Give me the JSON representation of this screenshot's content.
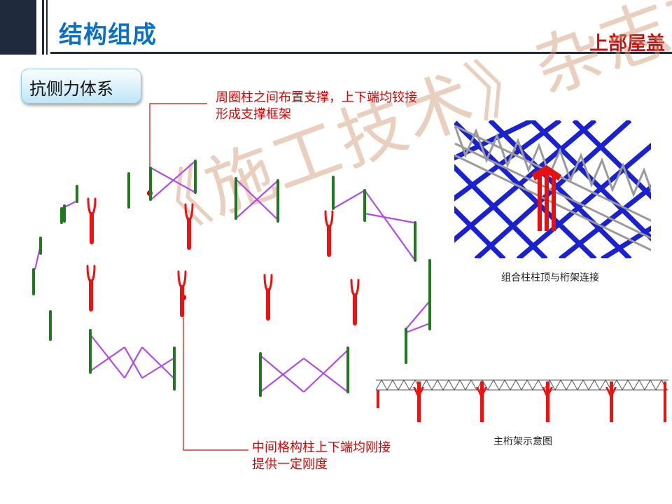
{
  "header": {
    "title": "结构组成",
    "subtitle": "上部屋盖"
  },
  "section_label": "抗侧力体系",
  "annotations": {
    "top_line1": "周圈柱之间布置支撑，上下端均铰接",
    "top_line2": "形成支撑框架",
    "bottom_line1": "中间格构柱上下端均刚接",
    "bottom_line2": "提供一定刚度"
  },
  "captions": {
    "joint_detail": "组合柱柱顶与桁架连接",
    "main_truss": "主桁架示意图"
  },
  "watermark": "《施工技术》杂志社",
  "colors": {
    "title_blue": "#0b6fc4",
    "accent_red": "#c81010",
    "note_red": "#e30000",
    "brace_purple": "#b14be8",
    "column_green": "#1f7a1f",
    "lattice_red": "#ee1111",
    "roof_blue": "#1a22d0",
    "truss_grey": "#a9a9a9"
  }
}
